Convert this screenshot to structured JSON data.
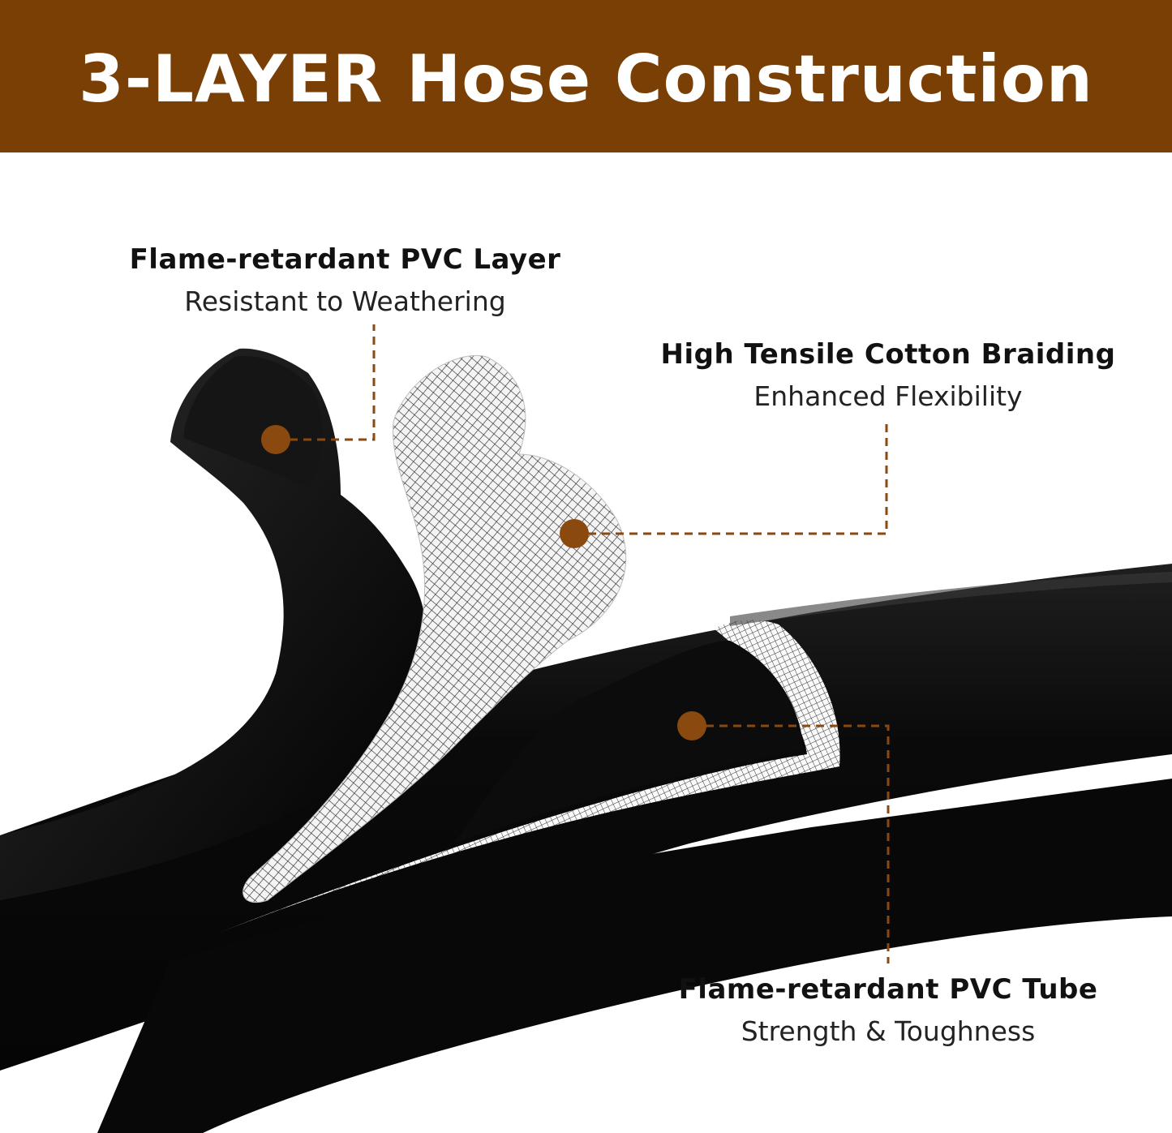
{
  "banner": {
    "title": "3-LAYER Hose Construction",
    "color": "#7a3f05"
  },
  "callouts": [
    {
      "heading": "Flame-retardant PVC Layer",
      "subheading": "Resistant to Weathering"
    },
    {
      "heading": "High Tensile Cotton Braiding",
      "subheading": "Enhanced Flexibility"
    },
    {
      "heading": "Flame-retardant PVC Tube",
      "subheading": "Strength & Toughness"
    }
  ],
  "colors": {
    "marker": "#8a4a0f",
    "hose": "#0b0b0b",
    "braid": "#e8e8e8"
  }
}
